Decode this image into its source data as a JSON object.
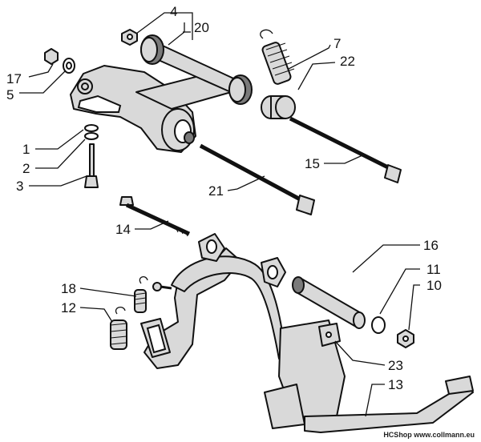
{
  "diagram": {
    "callouts": [
      {
        "id": "c4",
        "label": "4"
      },
      {
        "id": "c20",
        "label": "20"
      },
      {
        "id": "c17",
        "label": "17"
      },
      {
        "id": "c5",
        "label": "5"
      },
      {
        "id": "c7",
        "label": "7"
      },
      {
        "id": "c22",
        "label": "22"
      },
      {
        "id": "c1",
        "label": "1"
      },
      {
        "id": "c2",
        "label": "2"
      },
      {
        "id": "c3",
        "label": "3"
      },
      {
        "id": "c15",
        "label": "15"
      },
      {
        "id": "c21",
        "label": "21"
      },
      {
        "id": "c14",
        "label": "14"
      },
      {
        "id": "c16",
        "label": "16"
      },
      {
        "id": "c11",
        "label": "11"
      },
      {
        "id": "c10",
        "label": "10"
      },
      {
        "id": "c18",
        "label": "18"
      },
      {
        "id": "c12",
        "label": "12"
      },
      {
        "id": "c23",
        "label": "23"
      },
      {
        "id": "c13",
        "label": "13"
      }
    ],
    "watermark": "HCShop www.collmann.eu"
  }
}
